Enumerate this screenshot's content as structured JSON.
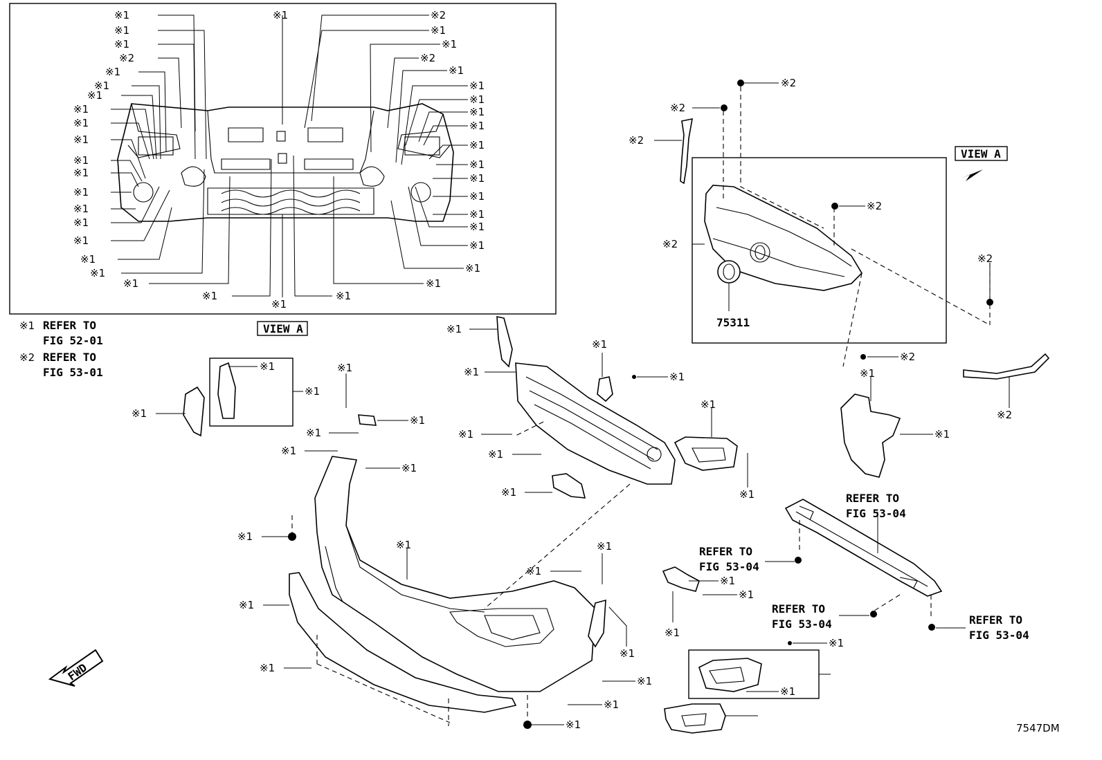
{
  "legend": {
    "m1": "※1",
    "m2": "※2",
    "refer_to": "REFER TO",
    "fig_52_01": "FIG 52-01",
    "fig_53_01": "FIG 53-01"
  },
  "view_a_label": "VIEW A",
  "fwd_label": "FWD",
  "part_number_emblem": "75311",
  "fig_53_04": "FIG 53-04",
  "diagram_code": "7547DM"
}
